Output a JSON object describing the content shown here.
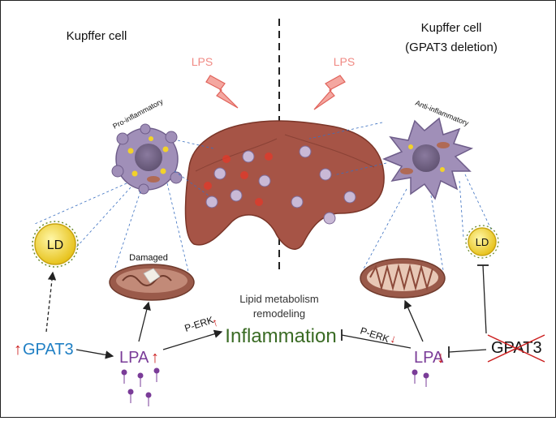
{
  "left": {
    "title": "Kupffer cell",
    "cell_state": "Pro-inflammatory",
    "mito_state": "Damaged",
    "ld_label": "LD",
    "gene": "GPAT3",
    "lpa": "LPA"
  },
  "right": {
    "title_line1": "Kupffer cell",
    "title_line2": "(GPAT3 deletion)",
    "cell_state": "Anti-inflammatory",
    "ld_label": "LD",
    "gene": "GPAT3",
    "lpa": "LPA"
  },
  "center": {
    "lps_left": "LPS",
    "lps_right": "LPS",
    "remodel_line1": "Lipid metabolism",
    "remodel_line2": "remodeling",
    "inflammation": "Inflammation",
    "perk_left": "P-ERK",
    "perk_right": "P-ERK"
  },
  "colors": {
    "gpat3": "#1f7fc4",
    "lpa": "#7a3c98",
    "inflammation": "#3a6b24",
    "lps": "#f08a84",
    "up_arrow": "#cc1f1f",
    "cell_body": "#a08fb8",
    "liver": "#a65446",
    "ld_fill": "#f2d22a"
  }
}
